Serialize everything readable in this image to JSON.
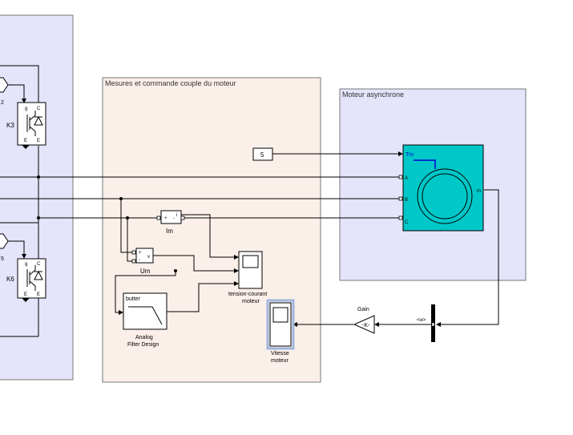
{
  "areas": {
    "left_subsystem_color": "#e4e4fb",
    "mesures_title": "Mesures et commande couple du moteur",
    "mesures_color": "#fbefe9",
    "moteur_title": "Moteur asynchrone",
    "moteur_color": "#e4e4fb"
  },
  "igbt": {
    "k3_label": "K3",
    "k6_label": "K6",
    "goto_top_text": "2",
    "goto_bottom_text": "5",
    "port_g": "g",
    "port_c": "C",
    "port_e": "E",
    "port_e_side": "E"
  },
  "constant": {
    "value": "5"
  },
  "motor": {
    "color": "#00c8c8",
    "port_tm": "Tm",
    "port_a": "A",
    "port_b": "B",
    "port_c": "C",
    "port_m": "m"
  },
  "current_sensor": {
    "label": "Im",
    "port_plus": "+",
    "port_minus": "-",
    "port_i": "i"
  },
  "voltage_sensor": {
    "label": "Um",
    "port_plus": "+",
    "port_minus": "-",
    "port_v": "v"
  },
  "filter": {
    "inner_text": "butter",
    "label_line1": "Analog",
    "label_line2": "Filter Design"
  },
  "scope1": {
    "label_line1": "tension-courant",
    "label_line2": "moteur"
  },
  "scope2": {
    "label_line1": "Vitesse",
    "label_line2": "moteur"
  },
  "gain": {
    "label": "Gain",
    "inner_text": "-K-"
  },
  "bus_selector": {
    "signal": "<w>"
  }
}
